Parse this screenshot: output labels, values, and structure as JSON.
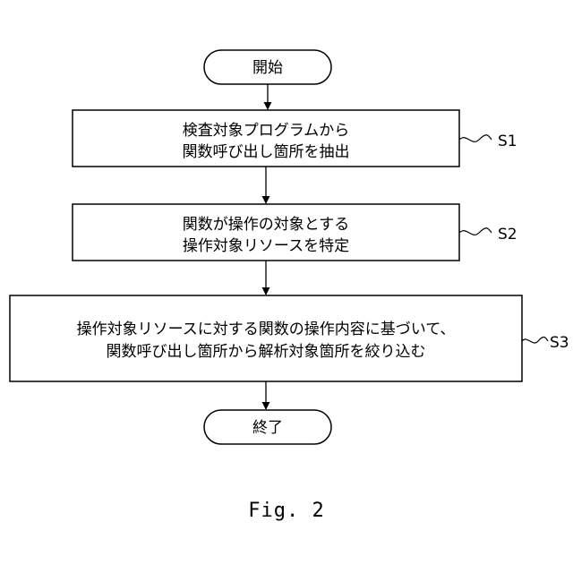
{
  "flowchart": {
    "start": "開始",
    "steps": [
      {
        "id": "S1",
        "lines": [
          "検査対象プログラムから",
          "関数呼び出し箇所を抽出"
        ]
      },
      {
        "id": "S2",
        "lines": [
          "関数が操作の対象とする",
          "操作対象リソースを特定"
        ]
      },
      {
        "id": "S3",
        "lines": [
          "操作対象リソースに対する関数の操作内容に基づいて、",
          "関数呼び出し箇所から解析対象箇所を絞り込む"
        ]
      }
    ],
    "end": "終了"
  },
  "figure_caption": "Fig. 2"
}
